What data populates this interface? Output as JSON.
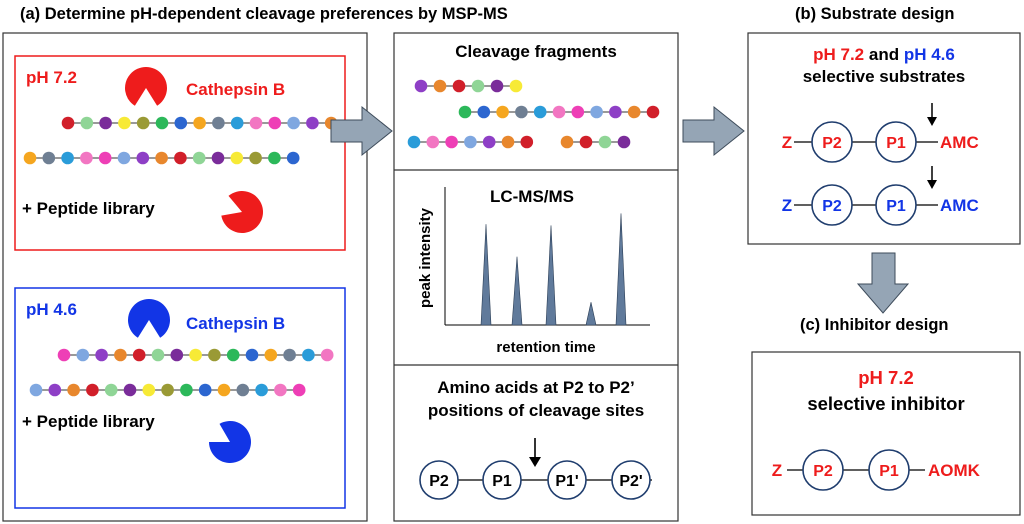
{
  "panel_a": {
    "title": "(a)  Determine pH-dependent cleavage preferences by MSP-MS",
    "box_ph72": {
      "ph_label": "pH 7.2",
      "enzyme_label": "Cathepsin B",
      "library_label": "+ Peptide library"
    },
    "box_ph46": {
      "ph_label": "pH 4.6",
      "enzyme_label": "Cathepsin B",
      "library_label": "+ Peptide library"
    },
    "fragments": {
      "title": "Cleavage fragments"
    },
    "lcms": {
      "title": "LC-MS/MS",
      "ylabel": "peak intensity",
      "xlabel": "retention time",
      "peaks": [
        0.84,
        0.57,
        0.83,
        0.19,
        0.93
      ]
    },
    "amino": {
      "title_line1": "Amino acids at P2 to P2’",
      "title_line2": "positions of cleavage sites",
      "positions": [
        "P2",
        "P1",
        "P1'",
        "P2'"
      ]
    }
  },
  "panel_b": {
    "title": "(b)  Substrate design",
    "ph72_label": "pH 7.2",
    "and_label": "and",
    "ph46_label": "pH 4.6",
    "subtitle": "selective substrates",
    "substrate_red": {
      "z": "Z",
      "p2": "P2",
      "p1": "P1",
      "tag": "AMC"
    },
    "substrate_blue": {
      "z": "Z",
      "p2": "P2",
      "p1": "P1",
      "tag": "AMC"
    }
  },
  "panel_c": {
    "title": "(c)  Inhibitor design",
    "ph_label": "pH 7.2",
    "subtitle": "selective inhibitor",
    "inhibitor": {
      "z": "Z",
      "p2": "P2",
      "p1": "P1",
      "tag": "AOMK"
    }
  },
  "colors": {
    "red": "#ee1c1c",
    "blue": "#1235e6",
    "circle_stroke": "#1f3d6e",
    "arrow_fill": "#95a5b5",
    "box_stroke": "#333333",
    "peak_fill": "#607a9b",
    "bead_palette": [
      "#d11f2a",
      "#8e3fc6",
      "#ee3fb6",
      "#2a9cd9",
      "#f5a61f",
      "#2cb85a",
      "#f7ea36",
      "#8fd596",
      "#e8872d",
      "#7fa7e0",
      "#f276c2",
      "#6f7f93",
      "#2c66d0",
      "#9a9a35",
      "#7a2c9a"
    ]
  }
}
